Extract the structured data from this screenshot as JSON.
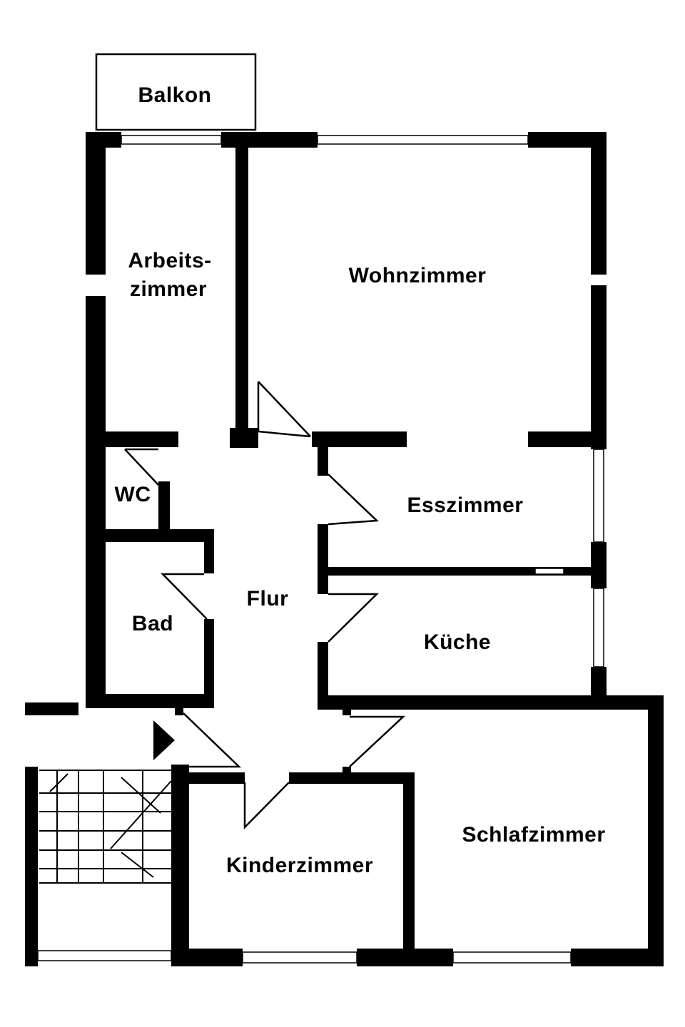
{
  "floor_plan": {
    "rooms": {
      "balkon": "Balkon",
      "arbeitszimmer_line1": "Arbeits-",
      "arbeitszimmer_line2": "zimmer",
      "wohnzimmer": "Wohnzimmer",
      "wc": "WC",
      "esszimmer": "Esszimmer",
      "flur": "Flur",
      "bad": "Bad",
      "kueche": "Küche",
      "schlafzimmer": "Schlafzimmer",
      "kinderzimmer": "Kinderzimmer"
    },
    "colors": {
      "wall": "#000000",
      "background": "#ffffff"
    },
    "icons": [
      "entrance-arrow-icon",
      "staircase-icon"
    ]
  }
}
